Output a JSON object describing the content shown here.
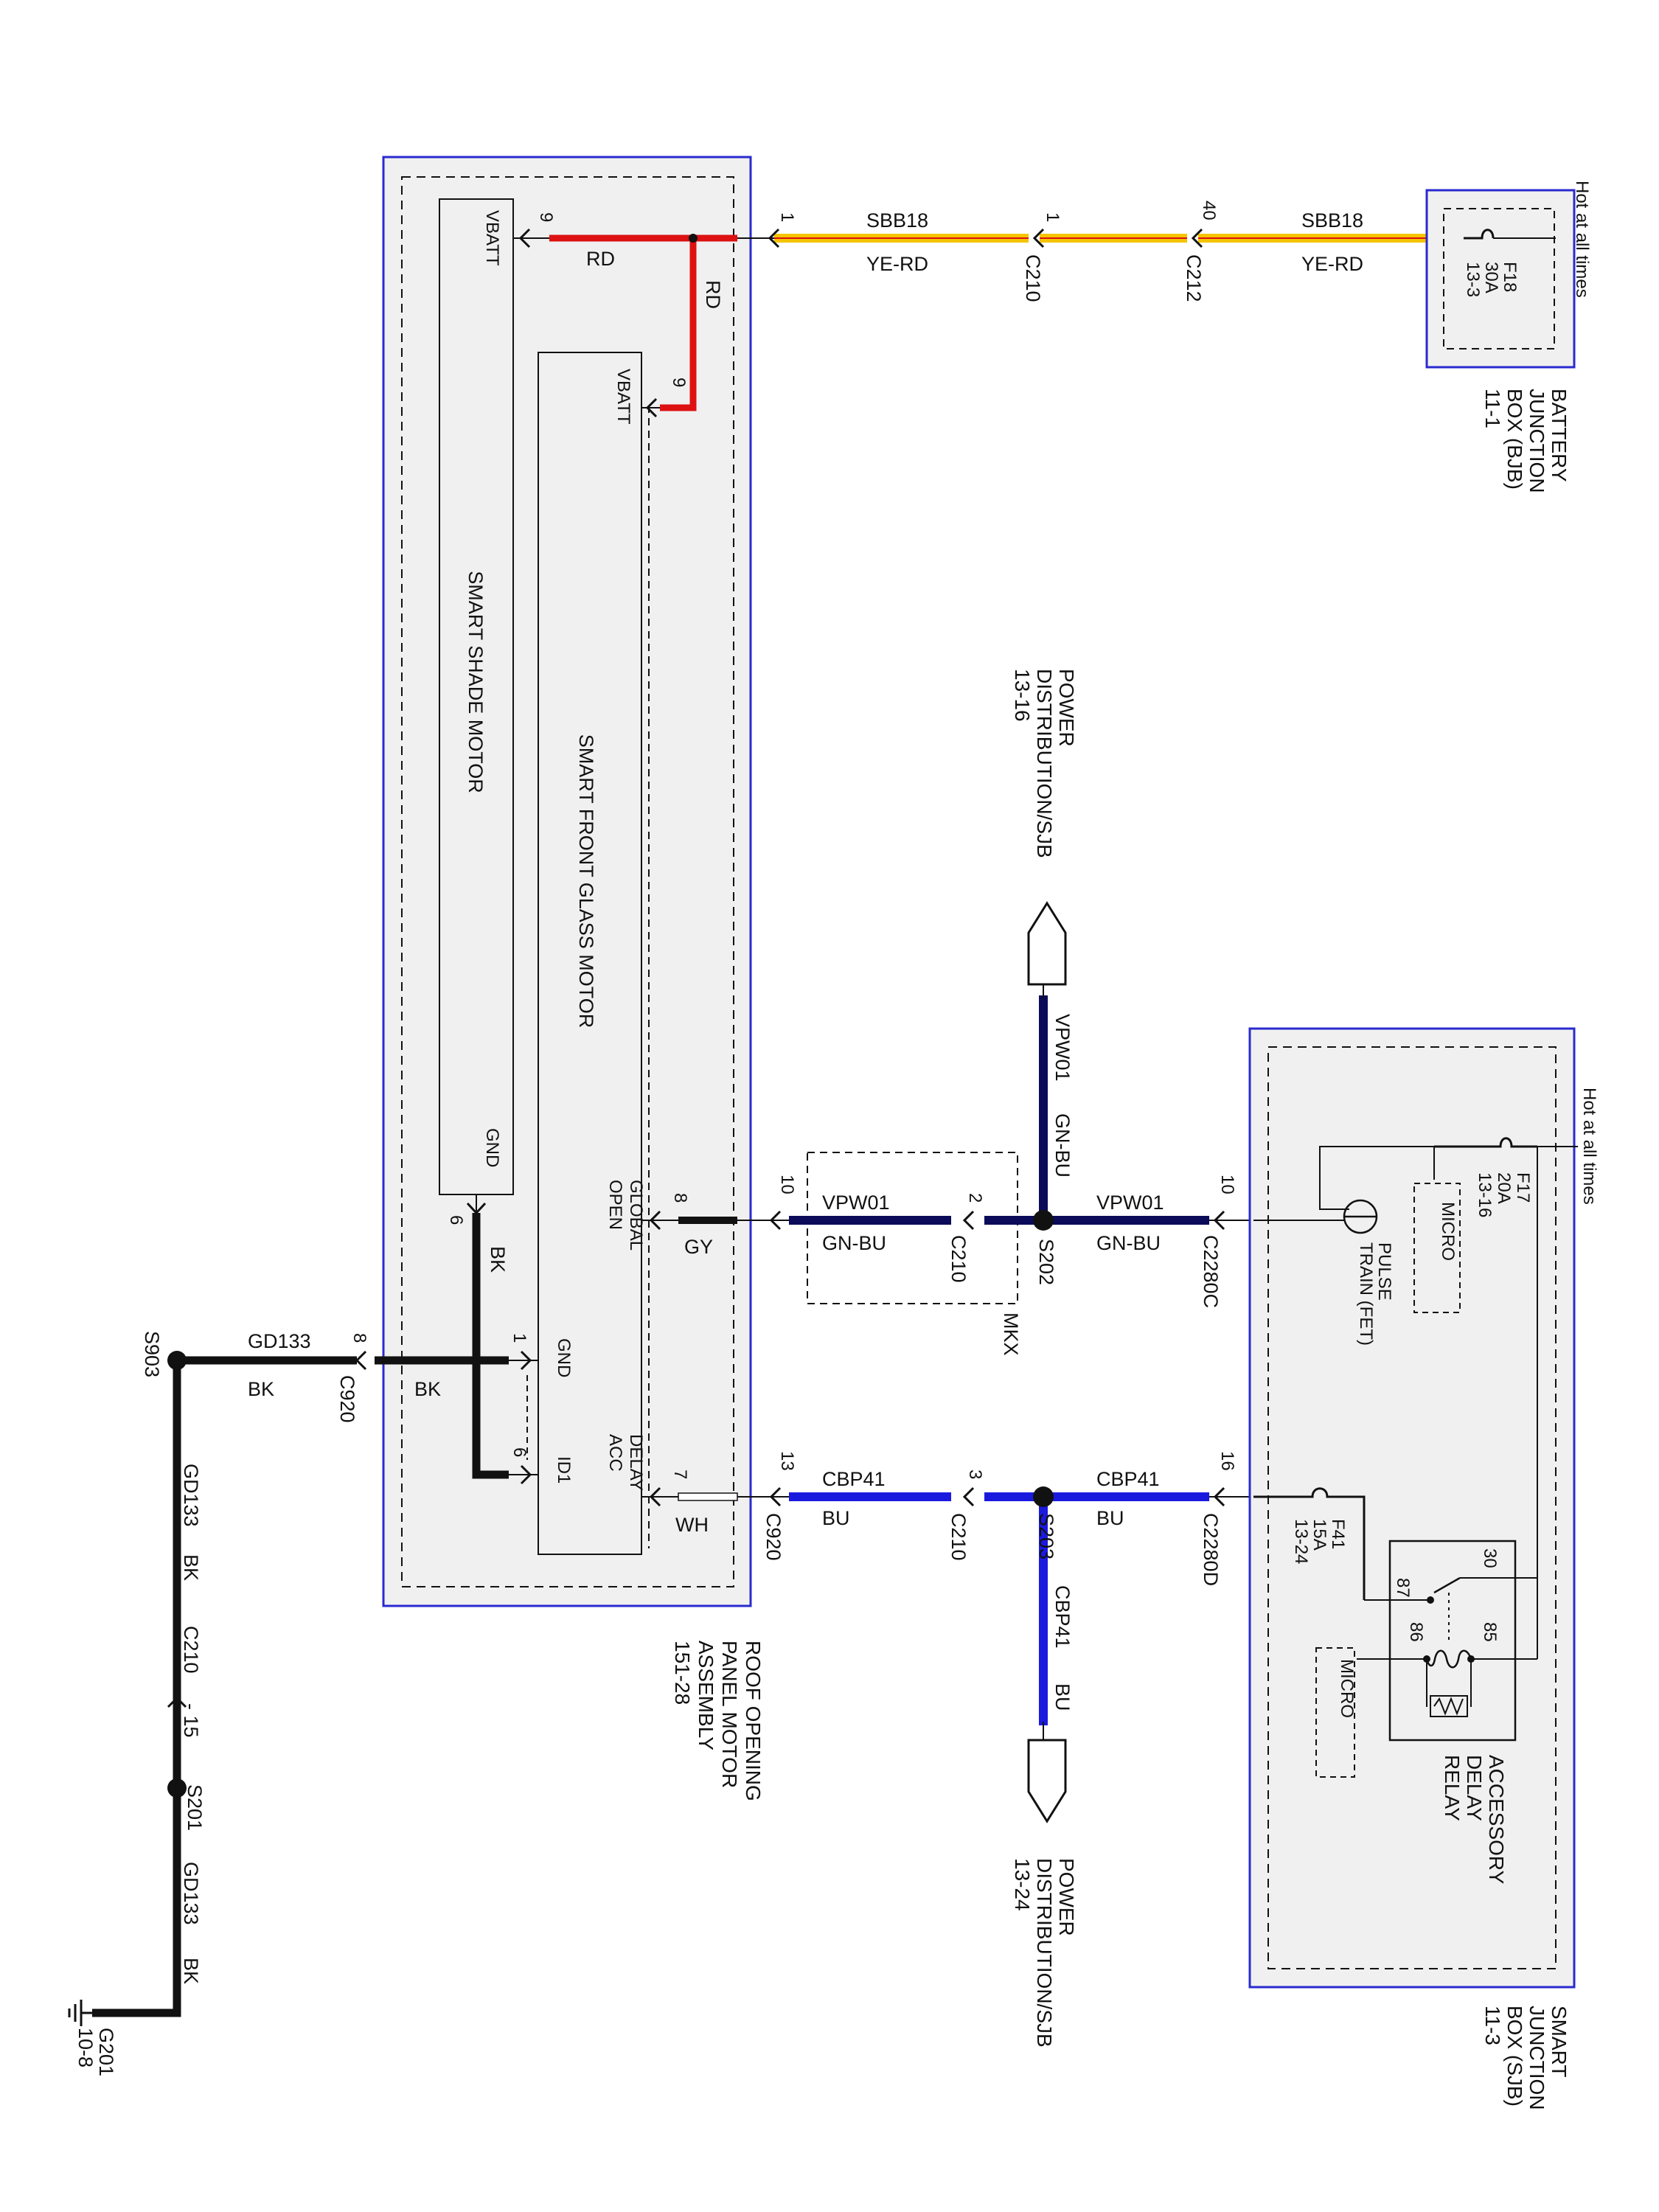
{
  "colors": {
    "red_wire": "#dd1111",
    "yellow_wire": "#f5c400",
    "blue_wire": "#1a1adf",
    "navy_wire": "#0b0b5a",
    "black_wire": "#000000",
    "module_border": "#2a2ad0",
    "module_fill": "#f0f0f0",
    "gray_wire": "#666666"
  },
  "battery_junction_box": {
    "hot_label": "Hot at all times",
    "fuse_name": "F18",
    "fuse_rating": "30A",
    "fuse_ref": "13-3",
    "title": [
      "BATTERY",
      "JUNCTION",
      "BOX (BJB)",
      "11-1"
    ]
  },
  "smart_junction_box": {
    "hot_label": "Hot at all times",
    "fuse17_name": "F17",
    "fuse17_rating": "20A",
    "fuse17_ref": "13-16",
    "fuse41_name": "F41",
    "fuse41_rating": "15A",
    "fuse41_ref": "13-24",
    "micro_top": "MICRO",
    "micro_bottom": "MICRO",
    "pulse_train": [
      "PULSE",
      "TRAIN (FET)"
    ],
    "relay_pin_30": "30",
    "relay_pin_87": "87",
    "relay_pin_86": "86",
    "relay_pin_85": "85",
    "relay_title": [
      "ACCESSORY",
      "DELAY",
      "RELAY"
    ],
    "title": [
      "SMART",
      "JUNCTION",
      "BOX (SJB)",
      "11-3"
    ]
  },
  "roof_panel": {
    "title": [
      "ROOF OPENING",
      "PANEL MOTOR",
      "ASSEMBLY",
      "151-28"
    ],
    "shade_motor": "SMART SHADE MOTOR",
    "glass_motor": "SMART FRONT GLASS MOTOR",
    "shade_vbatt": "VBATT",
    "shade_gnd": "GND",
    "glass_vbatt": "VBATT",
    "glass_global_open": [
      "GLOBAL",
      "OPEN"
    ],
    "glass_gnd": "GND",
    "glass_delay_acc": [
      "DELAY",
      "ACC"
    ],
    "glass_id1": "ID1",
    "pin_shade_vbatt": "9",
    "pin_glass_vbatt": "9",
    "pin_global_open": "8",
    "pin_delay_acc": "7",
    "pin_shade_gnd": "6",
    "pin_glass_gnd": "1",
    "pin_id1": "6"
  },
  "circuits": {
    "top_pin_left": "1",
    "top_pin_c210": "1",
    "top_pin_c212": "40",
    "sbb18_left": "SBB18",
    "sbb18_left_color": "YE-RD",
    "sbb18_right": "SBB18",
    "sbb18_right_color": "YE-RD",
    "c210_top": "C210",
    "c212": "C212",
    "rd_horizontal": "RD",
    "rd_vertical": "RD",
    "vpw01_pin_left": "10",
    "vpw01_pin_c210": "2",
    "vpw01_pin_right": "10",
    "vpw01_left": "VPW01",
    "vpw01_left_color": "GN-BU",
    "vpw01_right": "VPW01",
    "vpw01_right_color": "GN-BU",
    "vpw01_vertical": "VPW01",
    "vpw01_vertical_color": "GN-BU",
    "c210_mid": "C210",
    "s202": "S202",
    "c2280c": "C2280C",
    "mkx": "MKX",
    "gy": "GY",
    "cbp41_pin_left": "13",
    "cbp41_pin_c210": "3",
    "cbp41_pin_right": "16",
    "cbp41_left": "CBP41",
    "cbp41_left_color": "BU",
    "cbp41_right": "CBP41",
    "cbp41_right_color": "BU",
    "cbp41_vertical": "CBP41",
    "cbp41_vertical_color": "BU",
    "c920_bottom": "C920",
    "c210_bottom": "C210",
    "s203": "S203",
    "c2280d": "C2280D",
    "wh": "WH",
    "bk_vertical": "BK",
    "bk_inner": "BK",
    "gd133_top": "GD133",
    "gd133_top_color": "BK",
    "c920_gnd_pin": "8",
    "c920_gnd": "C920",
    "s903": "S903",
    "gd133_mid": "GD133",
    "gd133_mid_color": "BK",
    "c210_gnd": "C210",
    "c210_gnd_pin": "- 15",
    "s201": "S201",
    "gd133_low": "GD133",
    "gd133_low_color": "BK",
    "g201": "G201",
    "g201_ref": "10-8"
  },
  "power_distribution_top": [
    "POWER",
    "DISTRIBUTION/SJB",
    "13-16"
  ],
  "power_distribution_bottom": [
    "POWER",
    "DISTRIBUTION/SJB",
    "13-24"
  ]
}
